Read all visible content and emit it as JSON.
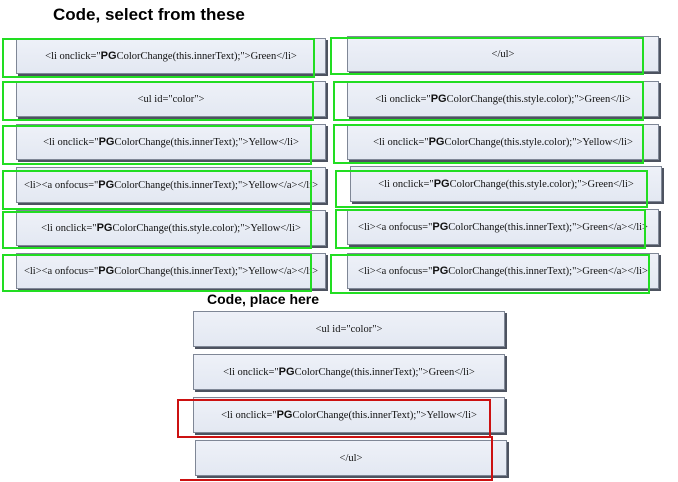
{
  "headings": {
    "select": "Code, select from these",
    "place": "Code, place here"
  },
  "source_left": [
    {
      "pre": "<li onclick=\"",
      "fn": "PG",
      "post": "ColorChange(this.innerText);\">Green</li>"
    },
    {
      "pre": "<ul id=\"color\">",
      "fn": "",
      "post": ""
    },
    {
      "pre": "<li onclick=\"",
      "fn": "PG",
      "post": "ColorChange(this.innerText);\">Yellow</li>"
    },
    {
      "pre": "<li><a onfocus=\"",
      "fn": "PG",
      "post": "ColorChange(this.innerText);\">Yellow</a></li>"
    },
    {
      "pre": "<li onclick=\"",
      "fn": "PG",
      "post": "ColorChange(this.style.color);\">Yellow</li>"
    },
    {
      "pre": "<li><a onfocus=\"",
      "fn": "PG",
      "post": "ColorChange(this.innerText);\">Yellow</a></li>"
    }
  ],
  "source_right": [
    {
      "pre": "</ul>",
      "fn": "",
      "post": ""
    },
    {
      "pre": "<li onclick=\"",
      "fn": "PG",
      "post": "ColorChange(this.style.color);\">Green</li>"
    },
    {
      "pre": "<li onclick=\"",
      "fn": "PG",
      "post": "ColorChange(this.style.color);\">Yellow</li>"
    },
    {
      "pre": "<li onclick=\"",
      "fn": "PG",
      "post": "ColorChange(this.style.color);\">Green</li>"
    },
    {
      "pre": "<li><a onfocus=\"",
      "fn": "PG",
      "post": "ColorChange(this.innerText);\">Green</a></li>"
    },
    {
      "pre": "<li><a onfocus=\"",
      "fn": "PG",
      "post": "ColorChange(this.innerText);\">Green</a></li>"
    }
  ],
  "target": [
    {
      "pre": "<ul id=\"color\">",
      "fn": "",
      "post": ""
    },
    {
      "pre": "<li onclick=\"",
      "fn": "PG",
      "post": "ColorChange(this.innerText);\">Green</li>"
    },
    {
      "pre": "<li onclick=\"",
      "fn": "PG",
      "post": "ColorChange(this.innerText);\">Yellow</li>"
    },
    {
      "pre": "</ul>",
      "fn": "",
      "post": ""
    }
  ],
  "colors": {
    "highlight": "#22dd22",
    "drop_marker": "#cc1111"
  }
}
